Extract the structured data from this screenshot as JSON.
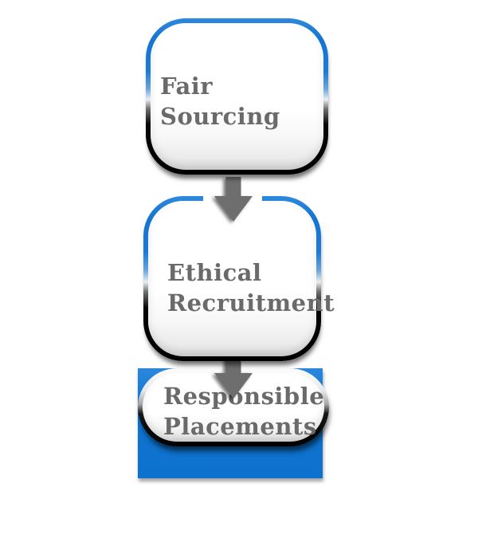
{
  "diagram": {
    "type": "process-flow",
    "direction": "top-to-bottom",
    "nodes": [
      {
        "id": "fair-sourcing",
        "label": "Fair Sourcing",
        "lines": [
          "Fair Sourcing"
        ]
      },
      {
        "id": "ethical-recruitment",
        "label": "Ethical Recruitment",
        "lines": [
          "Ethical",
          "Recruitment"
        ]
      },
      {
        "id": "responsible-placements",
        "label": "Responsible Placements",
        "lines": [
          "Responsible",
          "Placements"
        ]
      }
    ],
    "connectors": [
      {
        "from": "fair-sourcing",
        "to": "ethical-recruitment",
        "shape": "arrow-down"
      },
      {
        "from": "ethical-recruitment",
        "to": "responsible-placements",
        "shape": "arrow-down"
      }
    ],
    "colors": {
      "accent_blue": "#1475d1",
      "selected_fill_blue": "#0f74d0",
      "label_gray": "#6a6a6a",
      "arrow_gray": "#6e6e6e",
      "shadow_black": "#000000",
      "background": "#ffffff"
    }
  }
}
